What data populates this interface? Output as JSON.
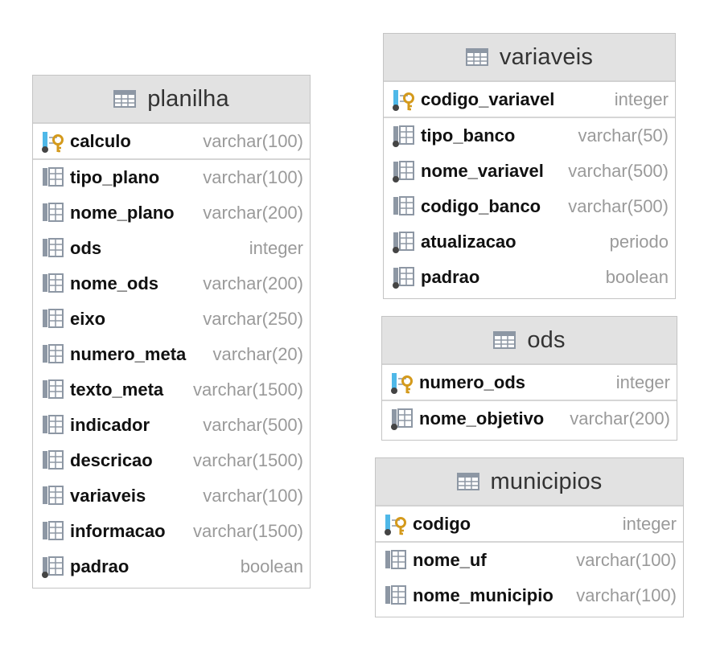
{
  "tables": {
    "planilha": {
      "name": "planilha",
      "pk": {
        "name": "calculo",
        "type": "varchar(100)"
      },
      "columns": [
        {
          "name": "tipo_plano",
          "type": "varchar(100)",
          "nullable": false
        },
        {
          "name": "nome_plano",
          "type": "varchar(200)",
          "nullable": false
        },
        {
          "name": "ods",
          "type": "integer",
          "nullable": false
        },
        {
          "name": "nome_ods",
          "type": "varchar(200)",
          "nullable": false
        },
        {
          "name": "eixo",
          "type": "varchar(250)",
          "nullable": false
        },
        {
          "name": "numero_meta",
          "type": "varchar(20)",
          "nullable": false
        },
        {
          "name": "texto_meta",
          "type": "varchar(1500)",
          "nullable": false
        },
        {
          "name": "indicador",
          "type": "varchar(500)",
          "nullable": false
        },
        {
          "name": "descricao",
          "type": "varchar(1500)",
          "nullable": false
        },
        {
          "name": "variaveis",
          "type": "varchar(100)",
          "nullable": false
        },
        {
          "name": "informacao",
          "type": "varchar(1500)",
          "nullable": false
        },
        {
          "name": "padrao",
          "type": "boolean",
          "nullable": true
        }
      ]
    },
    "variaveis": {
      "name": "variaveis",
      "pk": {
        "name": "codigo_variavel",
        "type": "integer"
      },
      "columns": [
        {
          "name": "tipo_banco",
          "type": "varchar(50)",
          "nullable": true
        },
        {
          "name": "nome_variavel",
          "type": "varchar(500)",
          "nullable": true
        },
        {
          "name": "codigo_banco",
          "type": "varchar(500)",
          "nullable": false
        },
        {
          "name": "atualizacao",
          "type": "periodo",
          "nullable": true
        },
        {
          "name": "padrao",
          "type": "boolean",
          "nullable": true
        }
      ]
    },
    "ods": {
      "name": "ods",
      "pk": {
        "name": "numero_ods",
        "type": "integer"
      },
      "columns": [
        {
          "name": "nome_objetivo",
          "type": "varchar(200)",
          "nullable": true
        }
      ]
    },
    "municipios": {
      "name": "municipios",
      "pk": {
        "name": "codigo",
        "type": "integer"
      },
      "columns": [
        {
          "name": "nome_uf",
          "type": "varchar(100)",
          "nullable": false
        },
        {
          "name": "nome_municipio",
          "type": "varchar(100)",
          "nullable": false
        }
      ]
    }
  },
  "colors": {
    "header_bg": "#e2e2e2",
    "key_gold": "#d49a1c",
    "pk_blue": "#4fb8e8",
    "column_icon": "#8d97a4",
    "type_text": "#9a9a9a"
  }
}
